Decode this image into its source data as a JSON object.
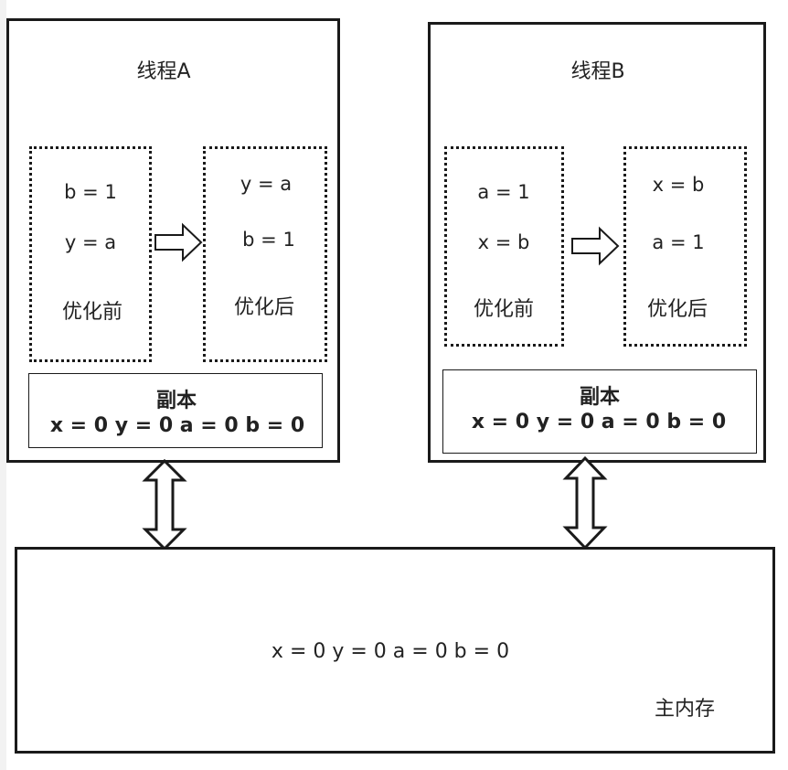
{
  "thread_a": {
    "title": "线程A",
    "before": {
      "lines": [
        "b = 1",
        "y = a"
      ],
      "caption": "优化前"
    },
    "after": {
      "lines": [
        "y = a",
        "b = 1"
      ],
      "caption": "优化后"
    },
    "copy": {
      "title": "副本",
      "values": "x = 0  y = 0  a = 0   b = 0"
    }
  },
  "thread_b": {
    "title": "线程B",
    "before": {
      "lines": [
        "a = 1",
        "x = b"
      ],
      "caption": "优化前"
    },
    "after": {
      "lines": [
        "x = b",
        "a = 1"
      ],
      "caption": "优化后"
    },
    "copy": {
      "title": "副本",
      "values": "x = 0  y = 0  a = 0   b = 0"
    }
  },
  "main_memory": {
    "values": "x = 0  y = 0  a = 0   b = 0",
    "label": "主内存"
  }
}
